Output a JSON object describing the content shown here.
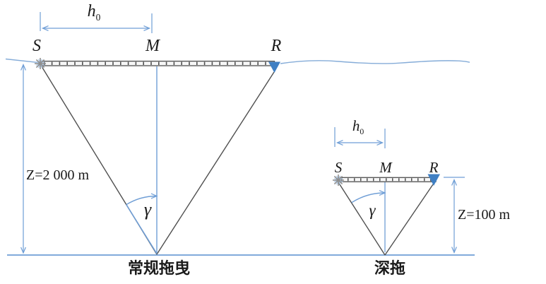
{
  "figure_type": "marine-seismic-towing-geometry-comparison",
  "colors": {
    "line_blue": "#6f9ed6",
    "water_blue": "#85acd8",
    "line_dark": "#4f4f4f",
    "receiver_blue": "#3f7fc3",
    "text_color": "#1a1a1a"
  },
  "icons": {
    "source": "burst-star-icon",
    "receiver": "filled-down-triangle-icon",
    "dimension_arrows": "thin-v-arrowheads"
  },
  "conventional": {
    "caption": "常规拖曳",
    "source_label": "S",
    "midpoint_label": "M",
    "receiver_label": "R",
    "offset_label": {
      "base": "h",
      "sub": "0"
    },
    "depth_label": "Z=2 000 m",
    "angle_label": "γ"
  },
  "deep_tow": {
    "caption": "深拖",
    "source_label": "S",
    "midpoint_label": "M",
    "receiver_label": "R",
    "offset_label": {
      "base": "h",
      "sub": "0"
    },
    "depth_label": "Z=100 m",
    "angle_label": "γ"
  }
}
